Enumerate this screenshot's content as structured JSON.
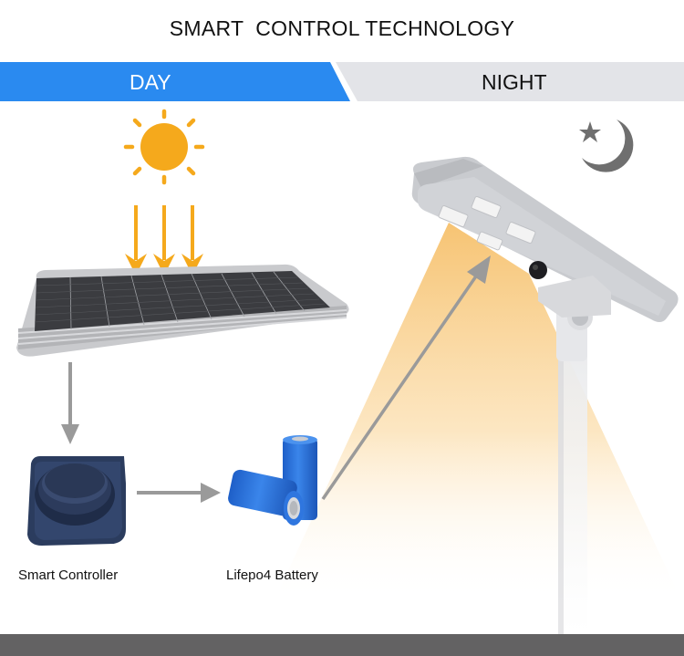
{
  "header": {
    "title": "SMART  CONTROL TECHNOLOGY"
  },
  "tabs": [
    {
      "label": "DAY",
      "active": true,
      "color": "#2a8af0"
    },
    {
      "label": "NIGHT",
      "active": false,
      "color": "#e3e4e8"
    }
  ],
  "icons": {
    "sun": "sun-icon",
    "moon": "moon-star-icon",
    "sun_rays": "arrow-down-icon",
    "flow_arrow": "arrow-icon"
  },
  "components": {
    "controller": {
      "label": "Smart Controller"
    },
    "battery": {
      "label": "Lifepo4 Battery"
    }
  },
  "colors": {
    "sun": "#f5a91c",
    "arrow_gray": "#9a9a9a",
    "battery_blue": "#2a6ed6",
    "controller_navy": "#2b3c5e",
    "light_beam": "#f7c978",
    "moon_gray": "#6f6f6f",
    "footer": "#636263"
  }
}
